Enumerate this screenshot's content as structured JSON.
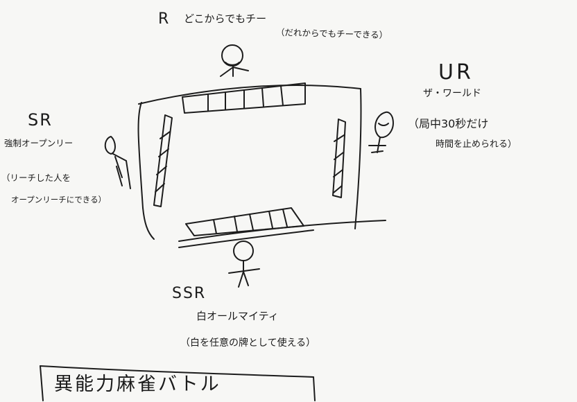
{
  "top_player": {
    "rank": "R",
    "name": "どこからでもチー",
    "note": "（だれからでもチーできる）"
  },
  "right_player": {
    "rank": "UR",
    "name": "ザ・ワールド",
    "note_line1": "（局中30秒だけ",
    "note_line2": "時間を止められる）"
  },
  "left_player": {
    "rank": "SR",
    "name": "強制オープンリー",
    "note_line1": "（リーチした人を",
    "note_line2": "オープンリーチにできる）"
  },
  "bottom_player": {
    "rank": "SSR",
    "name": "白オールマイティ",
    "note": "（白を任意の牌として使える）"
  },
  "bottom_title": "異能力麻雀バトル"
}
